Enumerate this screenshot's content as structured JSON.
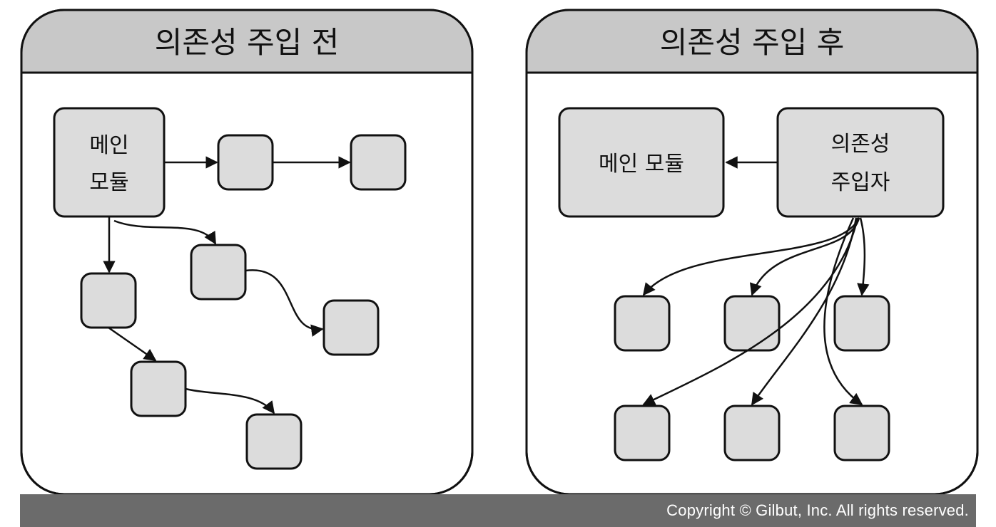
{
  "panels": {
    "before": {
      "title": "의존성 주입 전",
      "main_module_line1": "메인",
      "main_module_line2": "모듈"
    },
    "after": {
      "title": "의존성 주입 후",
      "main_module": "메인 모듈",
      "injector_line1": "의존성",
      "injector_line2": "주입자"
    }
  },
  "colors": {
    "header_fill": "#c8c8c8",
    "box_fill": "#dcdcdc",
    "stroke": "#111111",
    "footer_fill": "#6b6b6b"
  },
  "footer": {
    "copyright": "Copyright © Gilbut, Inc. All rights reserved."
  }
}
